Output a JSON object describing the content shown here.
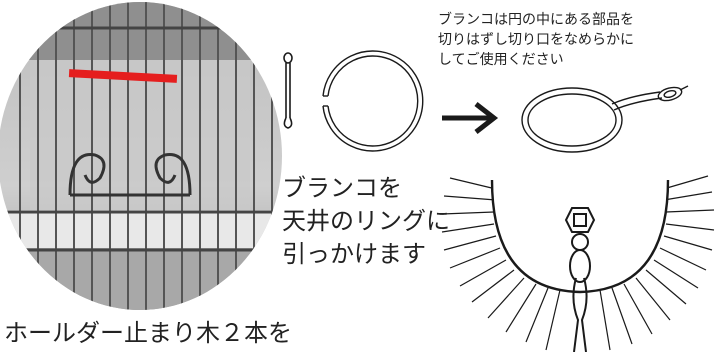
{
  "captions": {
    "swing_instruction": "ブランコは円の中にある部品を\n切りはずし切り口をなめらかに\nしてご使用ください",
    "hang_instruction": "ブランコを\n天井のリングに\n引っかけます",
    "holder_instruction": "ホールダー止まり木２本を"
  },
  "colors": {
    "highlight_bar": "#e51e1e",
    "line_art": "#1a1a1a"
  }
}
